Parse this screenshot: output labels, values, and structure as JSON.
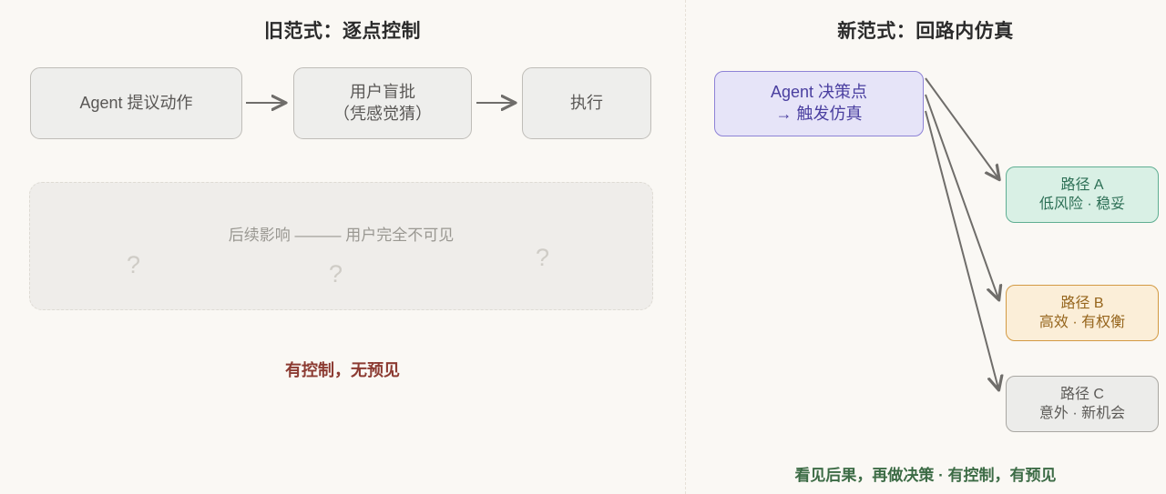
{
  "panels": {
    "left": {
      "title": "旧范式：逐点控制",
      "flow": [
        {
          "line1": "Agent 提议动作",
          "line2": ""
        },
        {
          "line1": "用户盲批",
          "line2": "（凭感觉猜）"
        },
        {
          "line1": "执行",
          "line2": ""
        }
      ],
      "hidden_zone": {
        "caption": "后续影响 ——— 用户完全不可见",
        "marks": [
          "?",
          "?",
          "?"
        ]
      },
      "verdict": "有控制，无预见",
      "verdict_color": "#8c3b32"
    },
    "right": {
      "title": "新范式：回路内仿真",
      "decision": {
        "line1": "Agent 决策点",
        "line2": "→ 触发仿真"
      },
      "paths": [
        {
          "line1": "路径 A",
          "line2": "低风险 · 稳妥",
          "color": "#2c6f55",
          "fill": "#d9f0e5",
          "border": "#5fae92"
        },
        {
          "line1": "路径 B",
          "line2": "高效 · 有权衡",
          "color": "#96651d",
          "fill": "#fbeed8",
          "border": "#d39a43"
        },
        {
          "line1": "路径 C",
          "line2": "意外 · 新机会",
          "color": "#5c5a57",
          "fill": "#ececea",
          "border": "#a9a7a2"
        }
      ],
      "verdict": "看见后果，再做决策 · 有控制，有预见",
      "verdict_color": "#3c6b45"
    }
  },
  "theme": {
    "background": "#faf8f4",
    "arrow_color": "#6f6d6a",
    "divider_color": "#e6e1d8"
  }
}
